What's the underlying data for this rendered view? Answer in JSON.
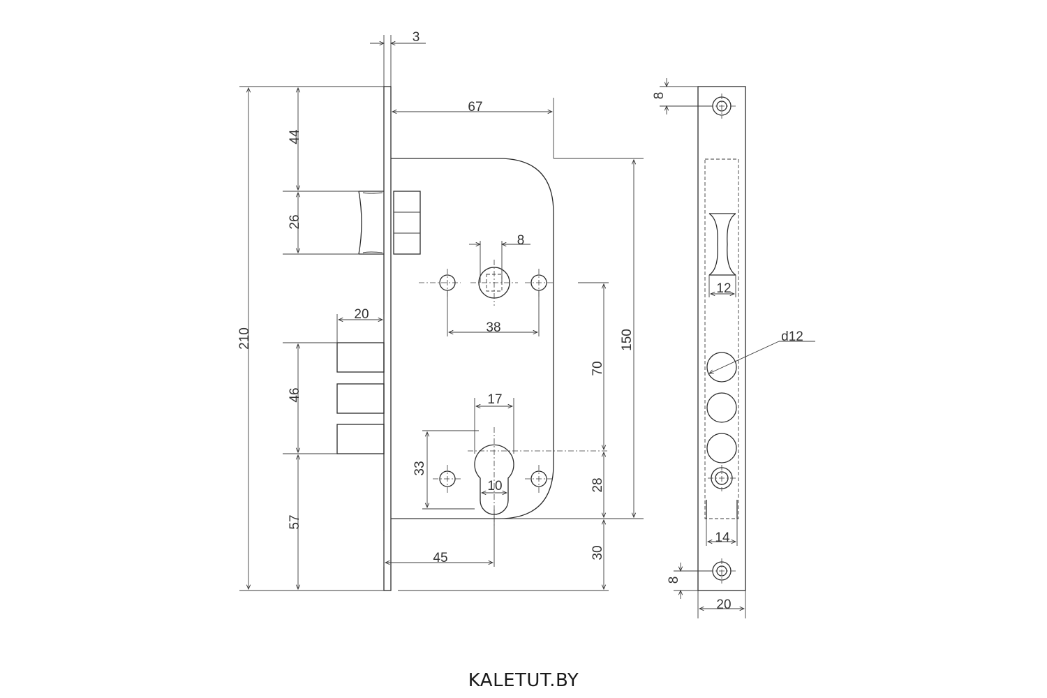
{
  "brand": "KALETUT.BY",
  "dimensions": {
    "faceplate_thickness": "3",
    "backset_body": "67",
    "top_to_latch": "44",
    "latch_height": "26",
    "total_height": "210",
    "bolt_throw": "20",
    "bolt_span": "46",
    "bolt_to_bottom": "57",
    "spindle_square": "8",
    "screw_spacing": "38",
    "spindle_to_cylinder": "70",
    "body_height": "150",
    "cylinder_width": "17",
    "cylinder_height": "33",
    "cylinder_bottom_width": "10",
    "cylinder_to_body_bottom": "28",
    "body_bottom_to_face_end": "30",
    "cylinder_backset": "45",
    "face_top_hole": "8",
    "latch_opening_width": "12",
    "bolt_hole_diameter": "d12",
    "bolt_opening_width": "14",
    "face_bottom_hole": "8",
    "faceplate_width": "20"
  }
}
